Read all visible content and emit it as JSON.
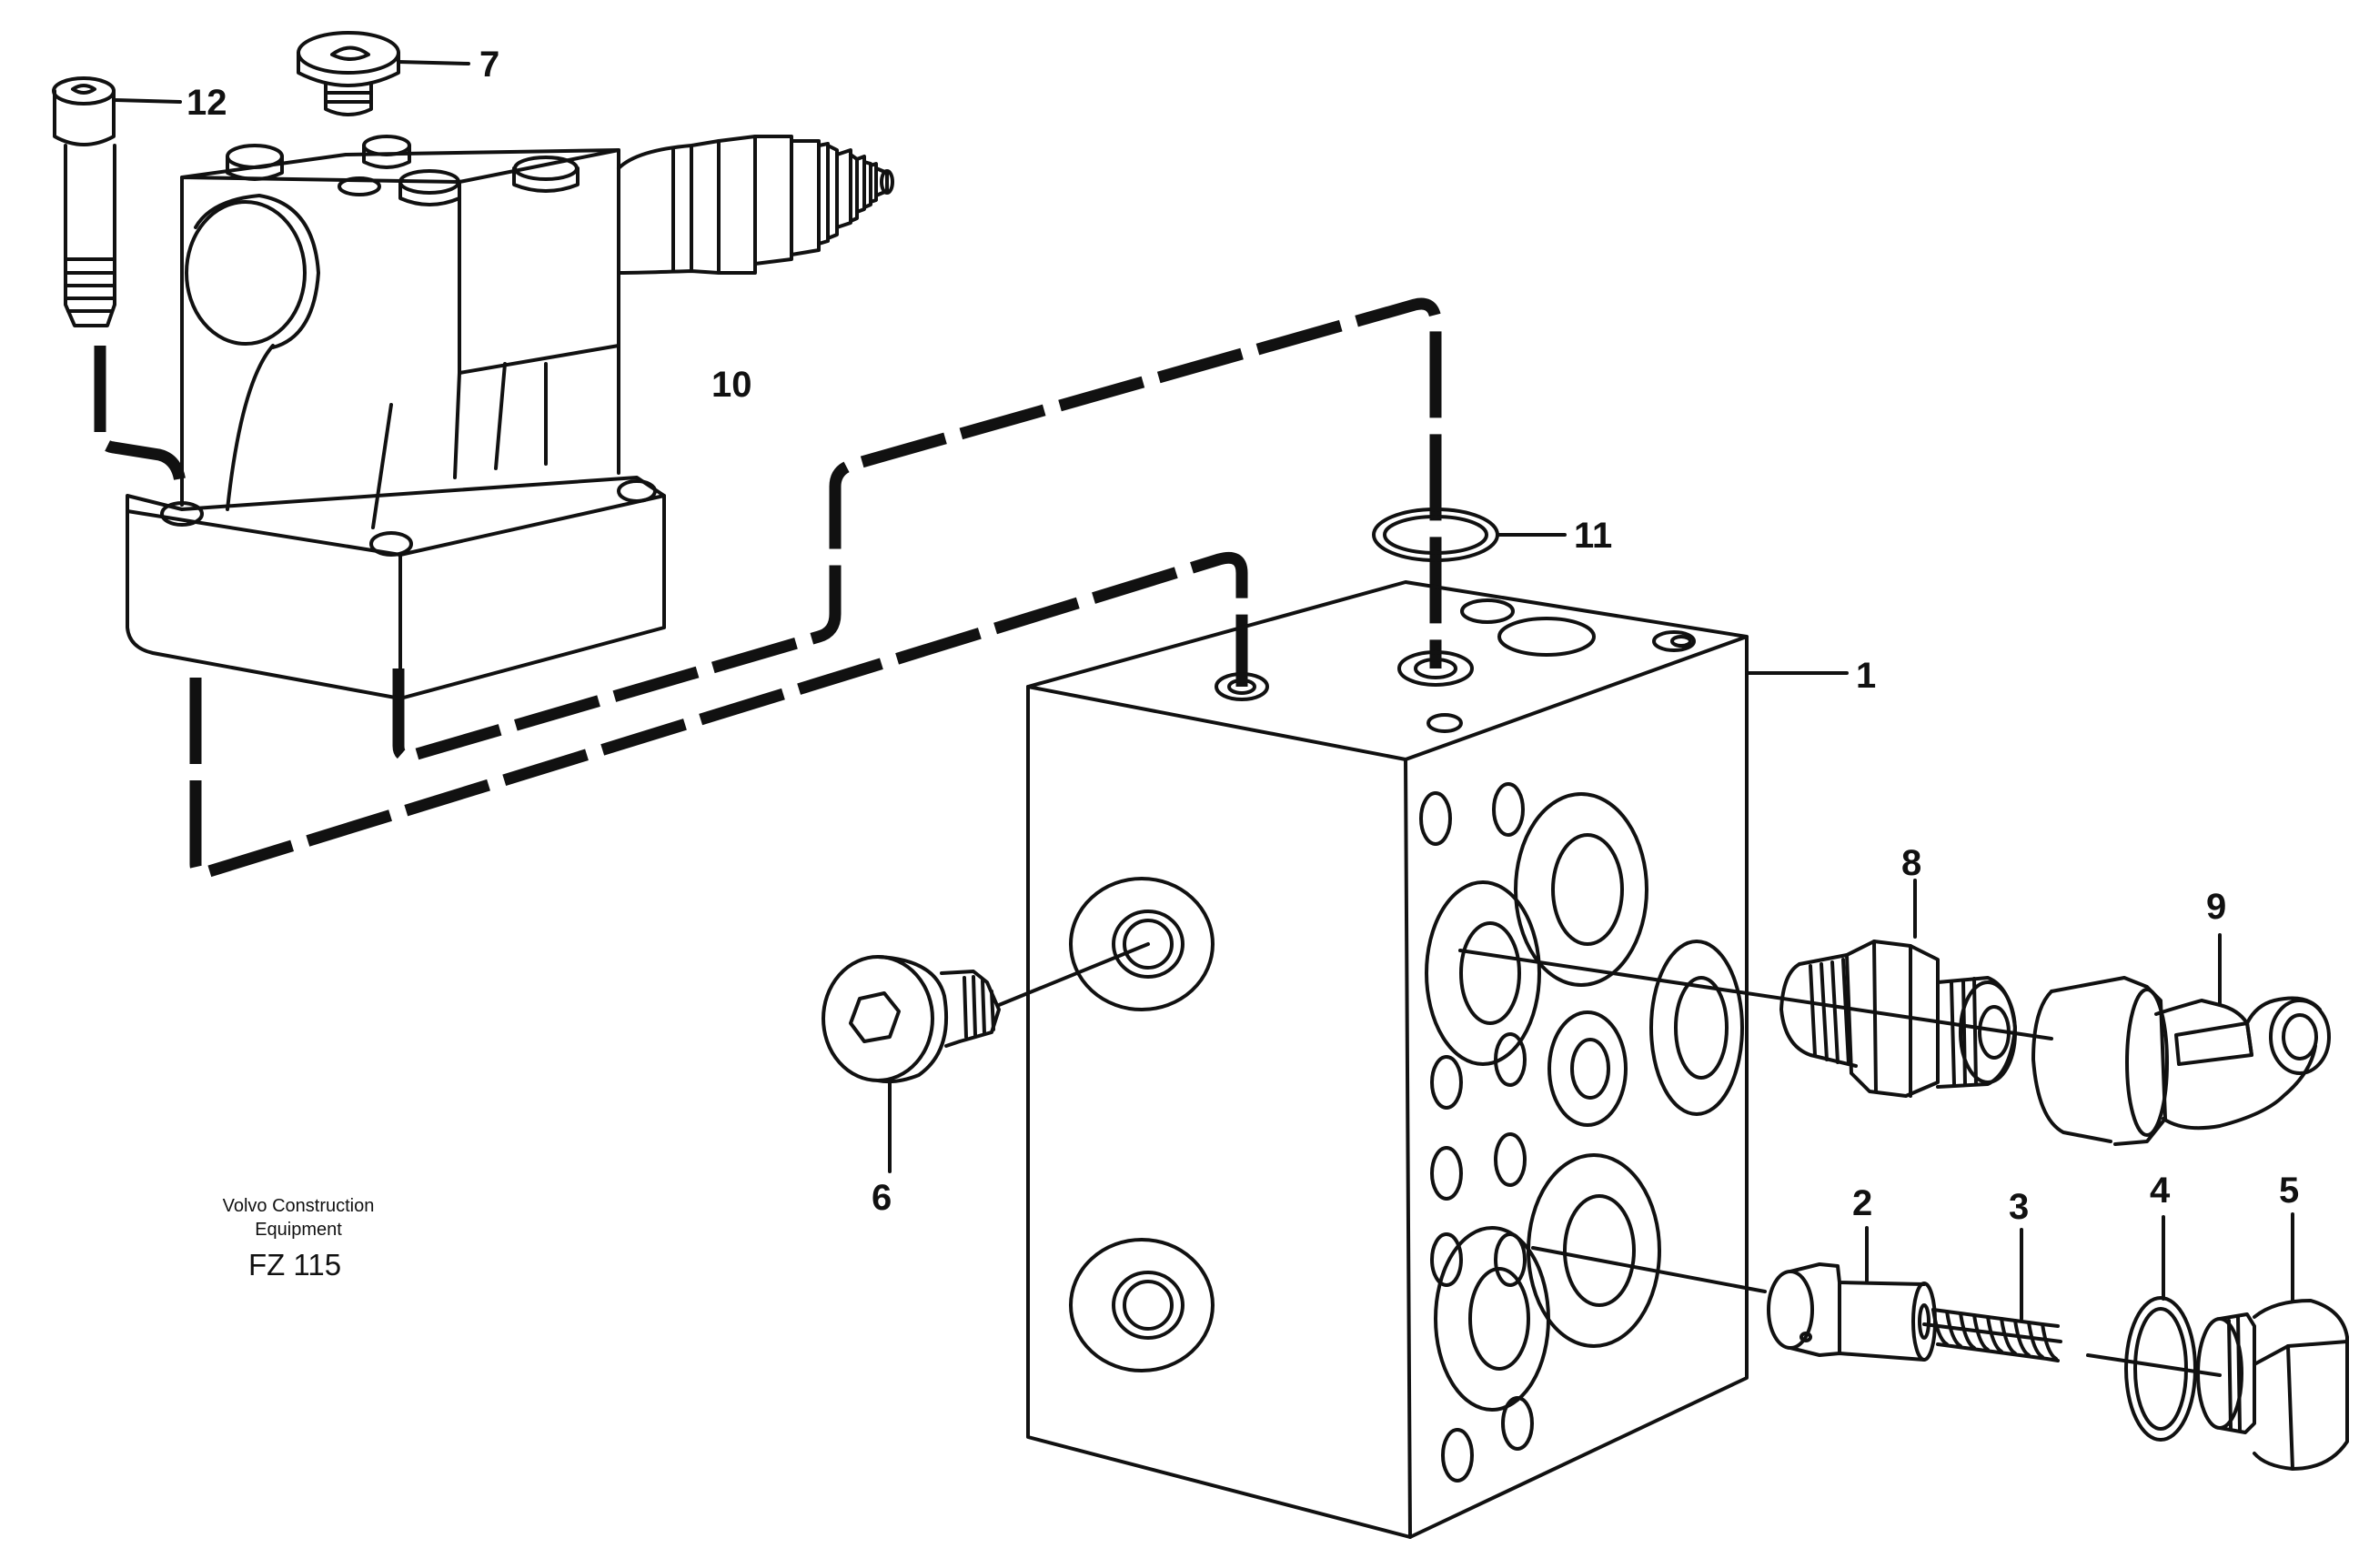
{
  "colors": {
    "ink": "#111111",
    "paper": "#ffffff"
  },
  "caption": {
    "maker_line1": "Volvo Construction",
    "maker_line2": "Equipment",
    "code": "FZ 115"
  },
  "callouts": {
    "c1": "1",
    "c2": "2",
    "c3": "3",
    "c4": "4",
    "c5": "5",
    "c6": "6",
    "c7": "7",
    "c8": "8",
    "c9": "9",
    "c10": "10",
    "c11": "11",
    "c12": "12"
  }
}
